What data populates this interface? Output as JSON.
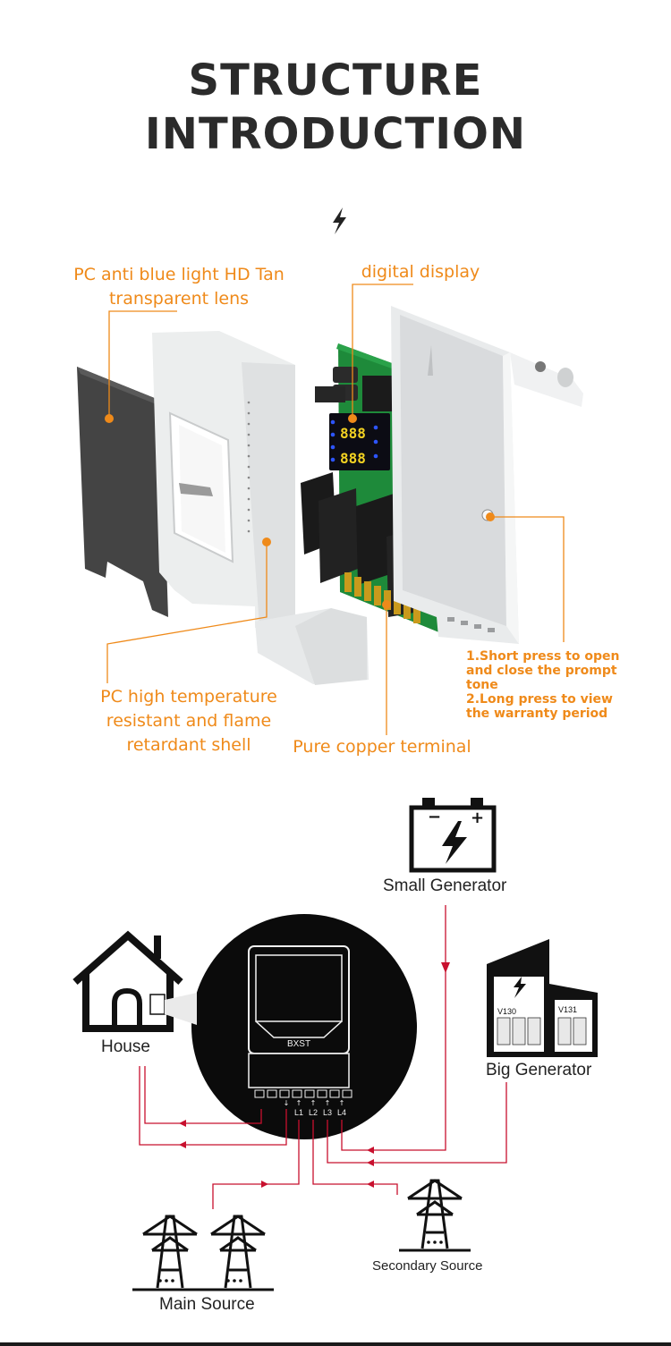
{
  "header": {
    "title_line1": "STRUCTURE",
    "title_line2": "INTRODUCTION"
  },
  "structure": {
    "lens_label": "PC anti blue light HD Tan transparent lens",
    "display_label": "digital display",
    "shell_label": "PC high temperature resistant and flame retardant shell",
    "terminal_label": "Pure copper terminal",
    "button_note_1": "1.Short press to open and close the prompt tone",
    "button_note_2": "2.Long press to view the warranty period",
    "accent_color": "#ef8a1a"
  },
  "device": {
    "brand": "BXST",
    "display_digits_top": "888",
    "display_digits_bottom": "888",
    "terminals": [
      "L1",
      "L2",
      "L3",
      "L4"
    ]
  },
  "wiring": {
    "small_generator": "Small Generator",
    "big_generator": "Big Generator",
    "house": "House",
    "main_source": "Main Source",
    "secondary_source": "Secondary Source",
    "breaker_model_1": "V130",
    "breaker_model_2": "V131",
    "wire_color": "#c8102e"
  }
}
